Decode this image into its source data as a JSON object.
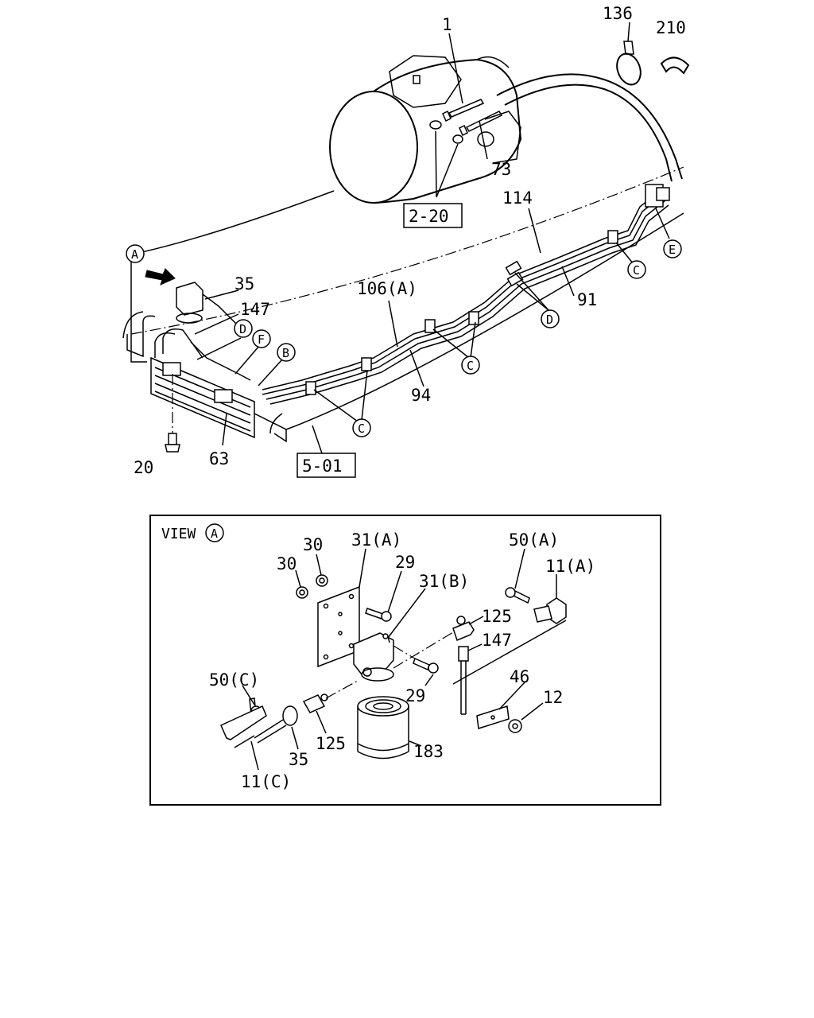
{
  "diagram": {
    "main_callouts": {
      "c1": "1",
      "c136": "136",
      "c210": "210",
      "c73": "73",
      "c114": "114",
      "c35": "35",
      "c147": "147",
      "c106a": "106(A)",
      "c91": "91",
      "c94": "94",
      "c20": "20",
      "c63": "63"
    },
    "references": {
      "ref_2_20": "2-20",
      "ref_5_01": "5-01"
    },
    "circle_letters": {
      "a": "A",
      "b": "B",
      "c": "C",
      "d": "D",
      "e": "E",
      "f": "F"
    },
    "view_a": {
      "title": "VIEW",
      "title_letter": "A",
      "callouts": {
        "c30_left": "30",
        "c30_top": "30",
        "c31a": "31(A)",
        "c29_top": "29",
        "c31b": "31(B)",
        "c50a": "50(A)",
        "c11a": "11(A)",
        "c125_right": "125",
        "c147": "147",
        "c46": "46",
        "c12": "12",
        "c50c": "50(C)",
        "c29_bottom": "29",
        "c125_left": "125",
        "c35": "35",
        "c183": "183",
        "c11c": "11(C)"
      }
    }
  }
}
